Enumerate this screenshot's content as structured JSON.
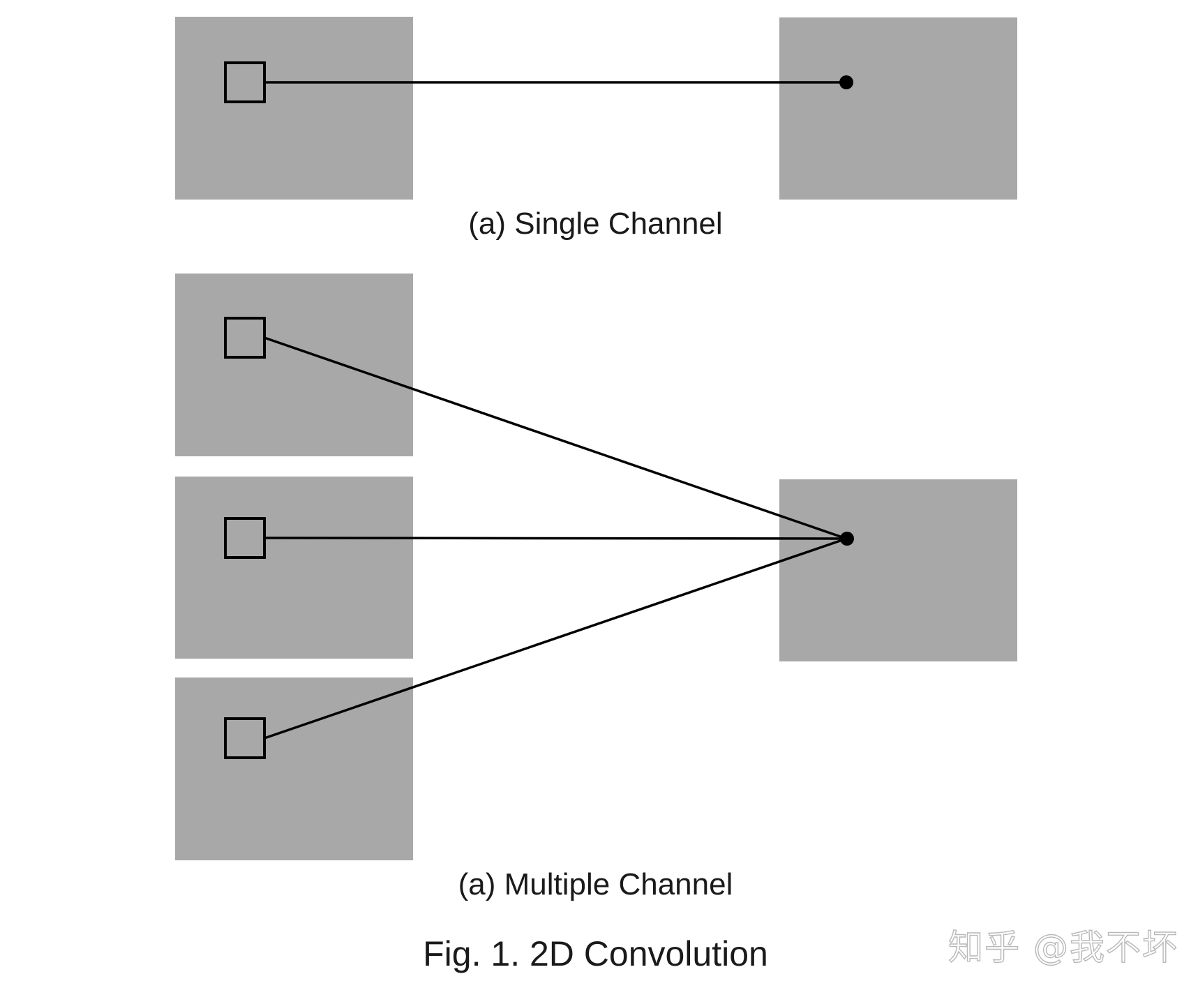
{
  "captions": {
    "single": "(a) Single Channel",
    "multi": "(a) Multiple Channel",
    "figure": "Fig. 1. 2D Convolution"
  },
  "watermark": "知乎 @我不坏",
  "colors": {
    "feature_map_fill": "#a8a8a8",
    "line": "#000000",
    "background": "#ffffff"
  }
}
